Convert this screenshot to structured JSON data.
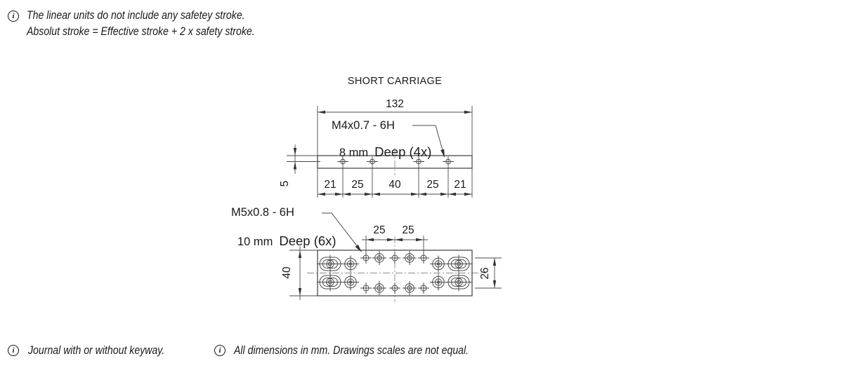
{
  "info_notes": {
    "glyph": "i",
    "top_line1": "The linear units do not include any safetey stroke.",
    "top_line2": "Absolut stroke = Effective stroke + 2 x safety stroke.",
    "bottom_left": "Journal with or without keyway.",
    "bottom_right": "All dimensions in mm. Drawings scales are not equal."
  },
  "drawing": {
    "title": "SHORT CARRIAGE",
    "thread_labels": {
      "m4_thread": "M4x0.7 - 6H",
      "m4_depth": "8 mm",
      "m4_deep": "Deep (4x)",
      "m5_thread": "M5x0.8 - 6H",
      "m5_depth": "10 mm",
      "m5_deep": "Deep (6x)"
    },
    "dimensions": {
      "overall_length": "132",
      "bottom_chain": [
        "21",
        "25",
        "40",
        "25",
        "21"
      ],
      "top_spacing": [
        "25",
        "25"
      ],
      "axis_height": "5",
      "carriage_width": "40",
      "row_spacing": "26"
    },
    "colors": {
      "line": "#4a4a4a",
      "centerline": "#8c8c8c",
      "text": "#1a1a1a",
      "background": "#ffffff"
    }
  }
}
